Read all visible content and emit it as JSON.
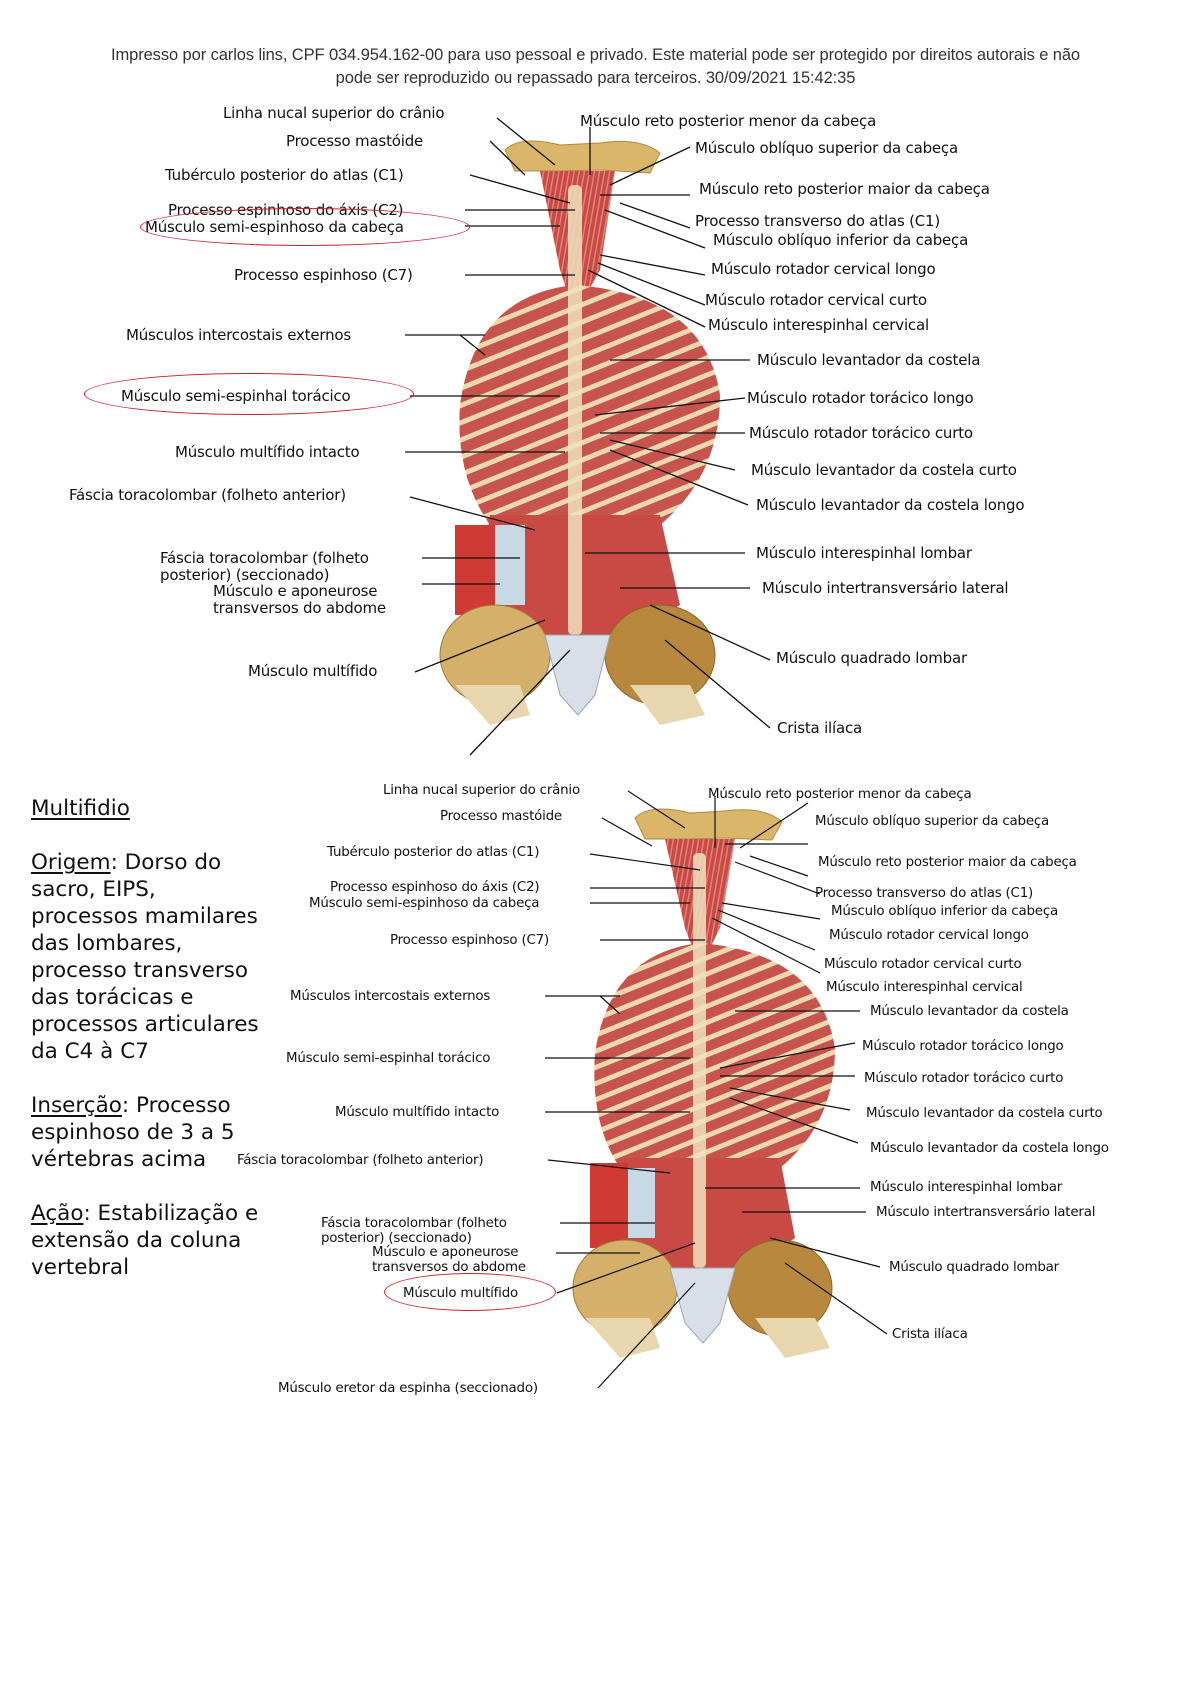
{
  "header": {
    "watermark_line1": "Impresso por carlos lins, CPF 034.954.162-00 para uso pessoal e privado. Este material pode ser protegido por direitos autorais e não",
    "watermark_line2": "pode ser reproduzido ou repassado para terceiros. 30/09/2021 15:42:35"
  },
  "colors": {
    "highlight_oval": "#d0202a",
    "muscle": "#c9504a",
    "bone": "#d9b66a",
    "fascia": "#c8d9e6"
  },
  "figure1": {
    "left_labels": [
      "Linha nucal superior do crânio",
      "Processo mastóide",
      "Tubérculo posterior do atlas (C1)",
      "Processo espinhoso do áxis (C2)",
      "Músculo semi-espinhoso da cabeça",
      "Processo espinhoso (C7)",
      "Músculos intercostais externos",
      "Músculo semi-espinhal torácico",
      "Músculo multífido intacto",
      "Fáscia toracolombar (folheto anterior)",
      "Fáscia toracolombar (folheto\nposterior) (seccionado)",
      "Músculo e aponeurose\ntransversos do abdome",
      "Músculo multífido"
    ],
    "right_labels": [
      "Músculo reto posterior menor da cabeça",
      "Músculo oblíquo superior da cabeça",
      "Músculo reto posterior maior da cabeça",
      "Processo transverso do atlas (C1)",
      "Músculo oblíquo inferior da cabeça",
      "Músculo rotador cervical longo",
      "Músculo rotador cervical curto",
      "Músculo interespinhal cervical",
      "Músculo levantador da costela",
      "Músculo rotador torácico longo",
      "Músculo rotador torácico curto",
      "Músculo levantador da costela curto",
      "Músculo levantador da costela longo",
      "Músculo interespinhal lombar",
      "Músculo intertransversário lateral",
      "Músculo quadrado lombar",
      "Crista ilíaca"
    ],
    "highlighted": [
      "Músculo semi-espinhoso da cabeça",
      "Músculo semi-espinhal torácico"
    ]
  },
  "figure2": {
    "left_labels": [
      "Linha nucal superior do crânio",
      "Processo mastóide",
      "Tubérculo posterior do atlas (C1)",
      "Processo espinhoso do áxis (C2)",
      "Músculo semi-espinhoso da cabeça",
      "Processo espinhoso (C7)",
      "Músculos intercostais externos",
      "Músculo semi-espinhal torácico",
      "Músculo multífido intacto",
      "Fáscia toracolombar (folheto anterior)",
      "Fáscia toracolombar (folheto\nposterior) (seccionado)",
      "Músculo e aponeurose\ntransversos do abdome",
      "Músculo multífido",
      "Músculo eretor da espinha (seccionado)"
    ],
    "right_labels": [
      "Músculo reto posterior menor da cabeça",
      "Músculo oblíquo superior da cabeça",
      "Músculo reto posterior maior da cabeça",
      "Processo transverso do atlas (C1)",
      "Músculo oblíquo inferior da cabeça",
      "Músculo rotador cervical longo",
      "Músculo rotador cervical curto",
      "Músculo interespinhal cervical",
      "Músculo levantador da costela",
      "Músculo rotador torácico longo",
      "Músculo rotador torácico curto",
      "Músculo levantador da costela curto",
      "Músculo levantador da costela longo",
      "Músculo interespinhal lombar",
      "Músculo intertransversário lateral",
      "Músculo quadrado lombar",
      "Crista ilíaca"
    ],
    "highlighted": [
      "Músculo multífido"
    ]
  },
  "notes": {
    "title": "Multifidio",
    "origin_label": "Origem",
    "origin_text": ": Dorso do sacro, EIPS, processos mamilares das lombares, processo transverso das torácicas e processos articulares da C4 à C7",
    "insertion_label": "Inserção",
    "insertion_text": ": Processo espinhoso de 3 a 5 vértebras acima",
    "action_label": "Ação",
    "action_text": ": Estabilização e extensão da coluna vertebral"
  }
}
